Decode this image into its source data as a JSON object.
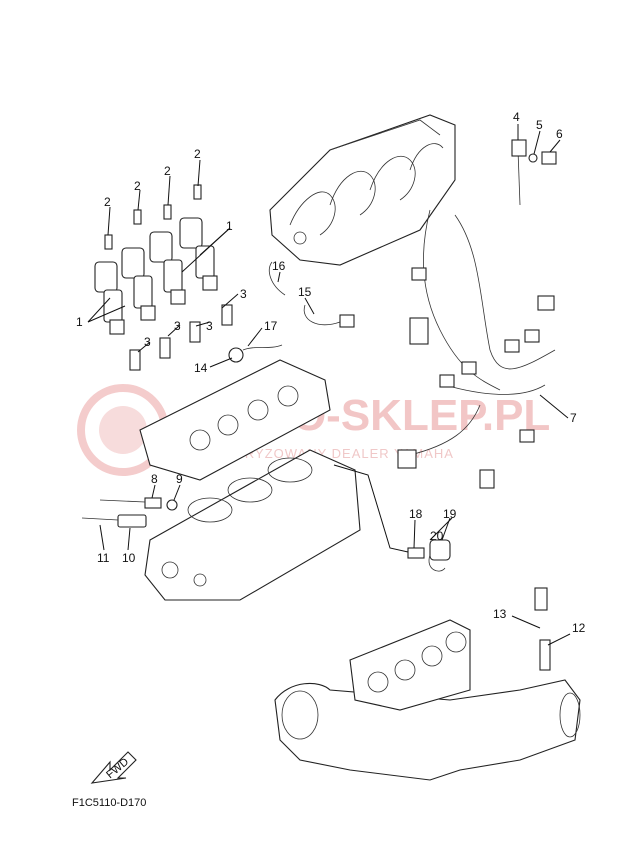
{
  "diagram_code": "F1C5110-D170",
  "fwd_arrow_text": "FWD",
  "watermark": {
    "main": "MOTO-SKLEP.PL",
    "sub": "AUTORYZOWANY DEALER YAMAHA"
  },
  "callouts": [
    "1",
    "1",
    "2",
    "2",
    "2",
    "2",
    "3",
    "3",
    "3",
    "3",
    "4",
    "5",
    "6",
    "7",
    "8",
    "9",
    "10",
    "11",
    "12",
    "13",
    "14",
    "15",
    "16",
    "17",
    "18",
    "19",
    "20"
  ]
}
